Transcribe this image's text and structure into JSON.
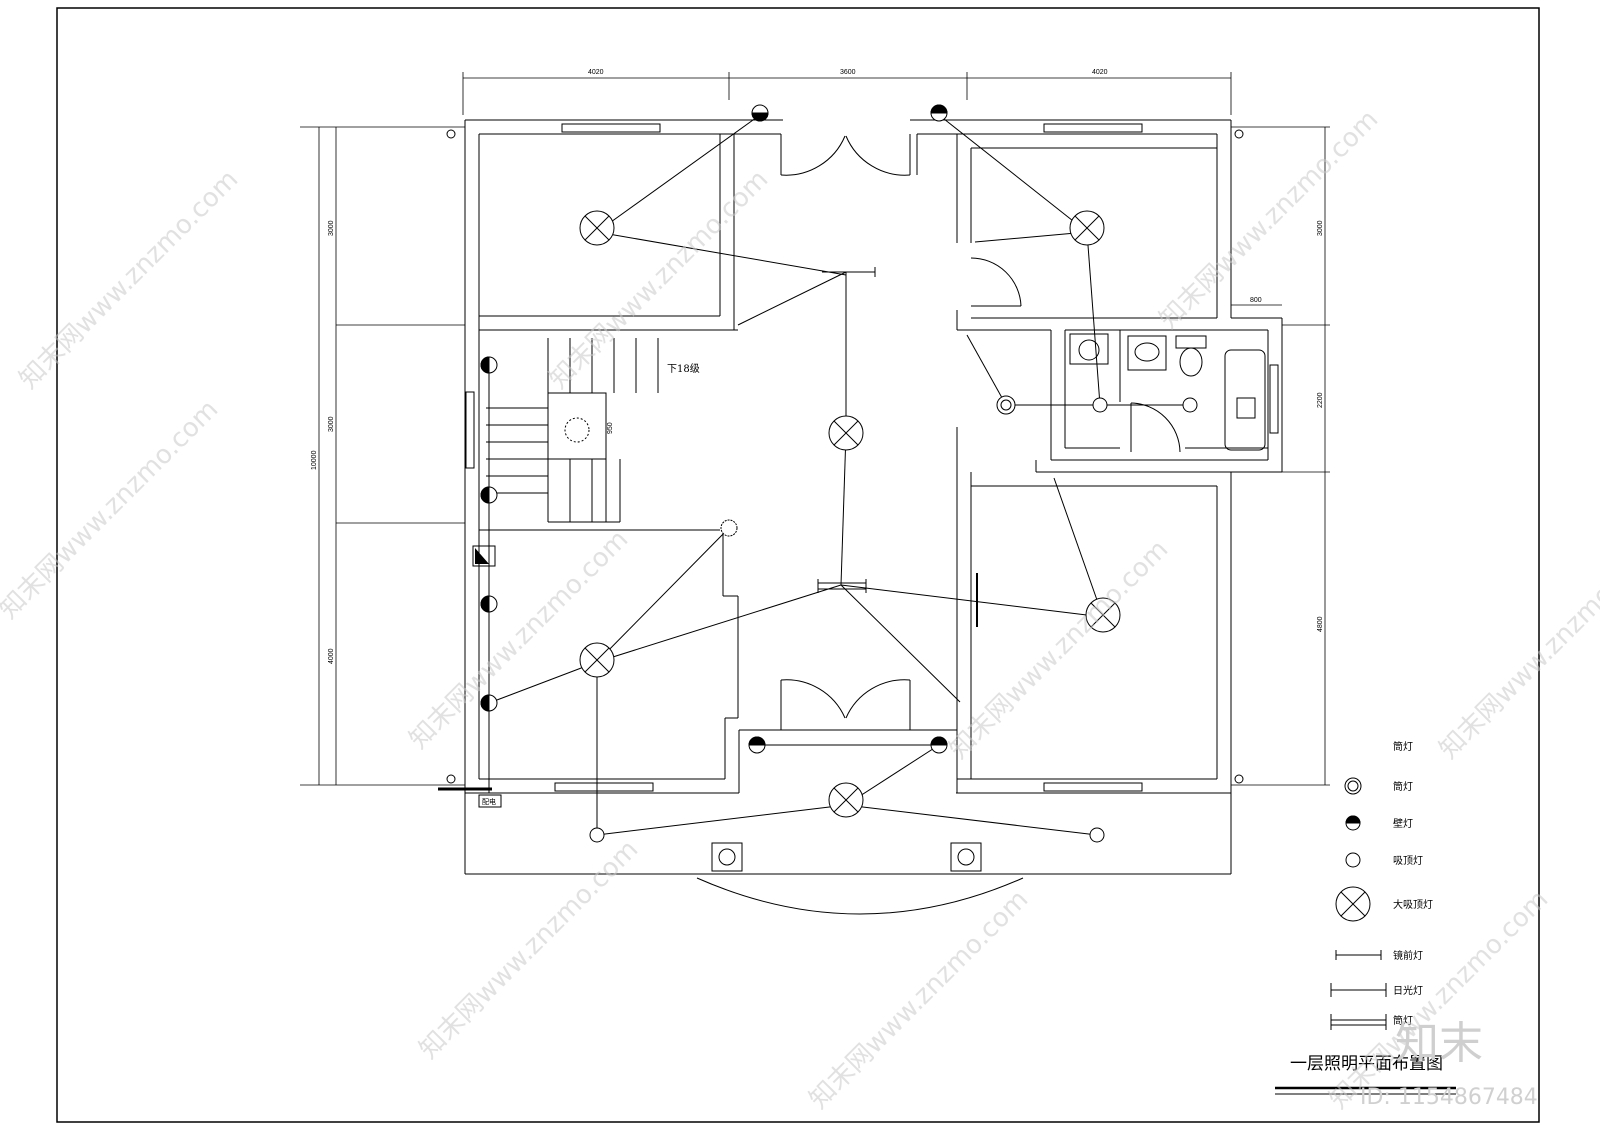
{
  "drawing": {
    "title": "一层照明平面布置图",
    "stair_label": "下18级",
    "stair_dim": "950",
    "meter_box": "配电"
  },
  "dimensions": {
    "top": [
      "4020",
      "3600",
      "4020"
    ],
    "left_total": "10000",
    "left": [
      "3000",
      "3000",
      "4000"
    ],
    "right": [
      "3000",
      "2200",
      "4800"
    ],
    "right_small": "800"
  },
  "legend": [
    {
      "symbol": "downlight",
      "label": "筒灯"
    },
    {
      "symbol": "downlight-ring",
      "label": "筒灯"
    },
    {
      "symbol": "wall-lamp",
      "label": "壁灯"
    },
    {
      "symbol": "ceiling-lamp",
      "label": "吸顶灯"
    },
    {
      "symbol": "large-ceiling-lamp",
      "label": "大吸顶灯"
    },
    {
      "symbol": "mirror-lamp",
      "label": "镜前灯"
    },
    {
      "symbol": "fluorescent-lamp",
      "label": "日光灯"
    },
    {
      "symbol": "double-fluorescent",
      "label": "筒灯"
    }
  ],
  "watermark": {
    "text": "知末网www.znzmo.com",
    "brand": "知末",
    "id": "ID: 1154867484"
  }
}
